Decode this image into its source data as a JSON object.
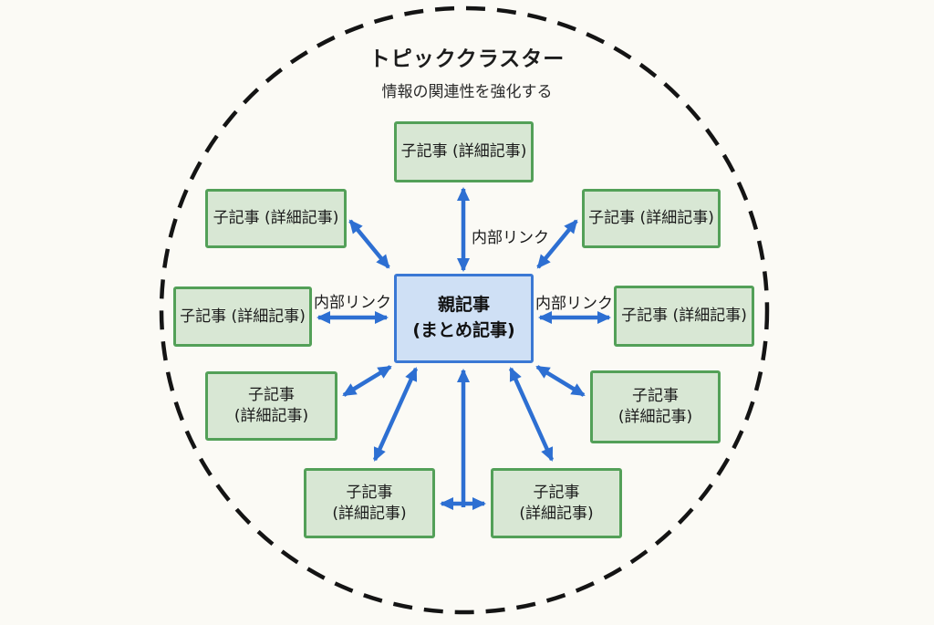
{
  "diagram": {
    "title": "トピッククラスター",
    "subtitle": "情報の関連性を強化する",
    "link_label": "内部リンク",
    "center_node": {
      "lines": [
        "親記事",
        "(まとめ記事)"
      ]
    },
    "children": [
      {
        "id": "top",
        "lines": [
          "子記事 (詳細記事)",
          ""
        ]
      },
      {
        "id": "upper-left",
        "lines": [
          "子記事 (詳細記事)",
          ""
        ]
      },
      {
        "id": "upper-right",
        "lines": [
          "子記事 (詳細記事)",
          ""
        ]
      },
      {
        "id": "middle-left",
        "lines": [
          "子記事 (詳細記事)",
          ""
        ]
      },
      {
        "id": "middle-right",
        "lines": [
          "子記事 (詳細記事)",
          ""
        ]
      },
      {
        "id": "lower-left",
        "lines": [
          "子記事",
          "(詳細記事)"
        ]
      },
      {
        "id": "lower-right",
        "lines": [
          "子記事",
          "(詳細記事)"
        ]
      },
      {
        "id": "bottom-left",
        "lines": [
          "子記事",
          "(詳細記事)"
        ]
      },
      {
        "id": "bottom-right",
        "lines": [
          "子記事",
          "(詳細記事)"
        ]
      }
    ],
    "colors": {
      "background": "#fbfaf5",
      "child_fill": "#d8e7d4",
      "child_border": "#53a058",
      "center_fill": "#cfe0f5",
      "center_border": "#3a78d4",
      "arrow": "#2d6fd2",
      "boundary": "#141414"
    }
  }
}
